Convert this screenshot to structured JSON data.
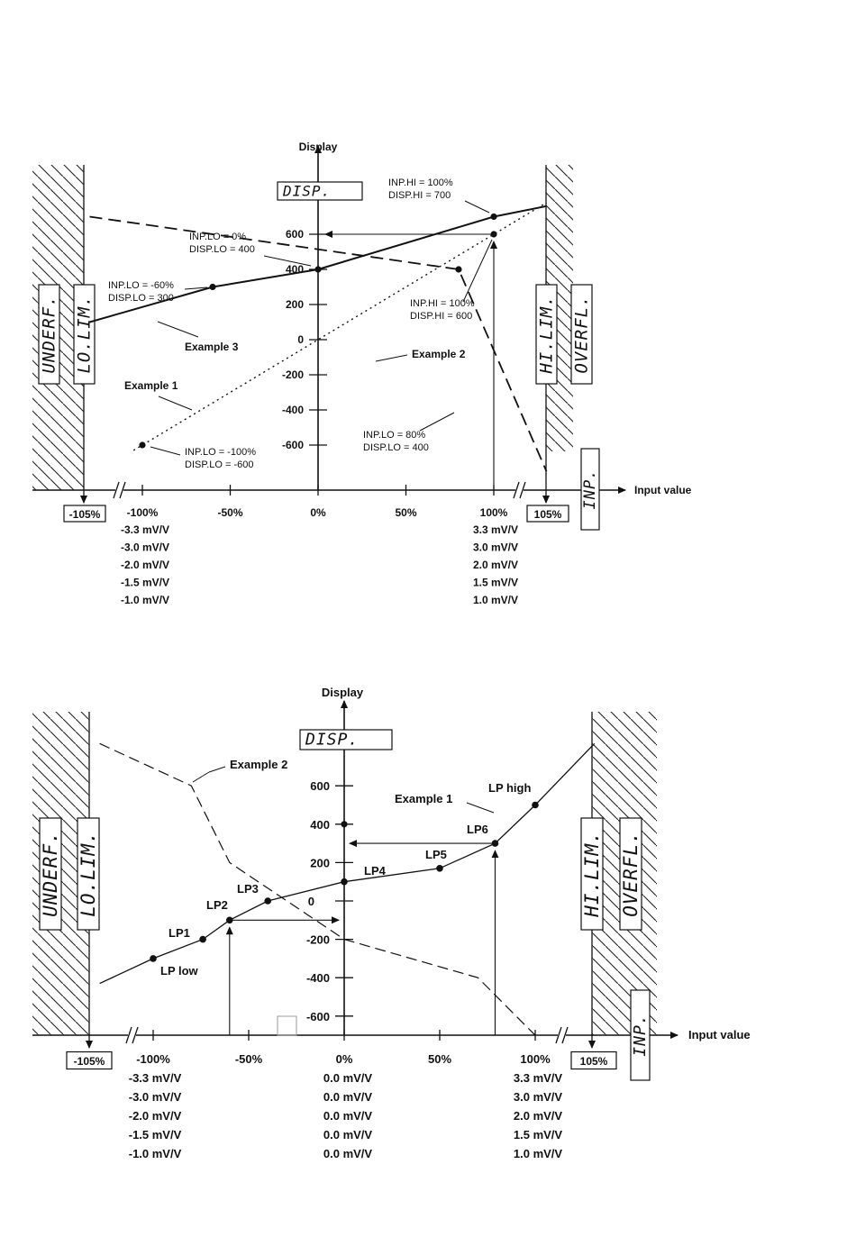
{
  "chart_data": [
    {
      "type": "line",
      "axes": {
        "y_title": "Display",
        "x_title": "Input value",
        "y_ticks": [
          "600",
          "400",
          "200",
          "0",
          "-200",
          "-400",
          "-600"
        ],
        "x_ticks": [
          "-100%",
          "-50%",
          "0%",
          "50%",
          "100%"
        ],
        "x_limit_left": "-105%",
        "x_limit_right": "105%",
        "sensor_rows_left": [
          "-3.3 mV/V",
          "-3.0 mV/V",
          "-2.0 mV/V",
          "-1.5 mV/V",
          "-1.0 mV/V"
        ],
        "sensor_rows_right": [
          "3.3 mV/V",
          "3.0 mV/V",
          "2.0 mV/V",
          "1.5 mV/V",
          "1.0 mV/V"
        ]
      },
      "lcd_labels": {
        "disp": "DISP.",
        "underf": "UNDERF.",
        "lolim": "LO.LIM.",
        "hilim": "HI.LIM.",
        "overfl": "OVERFL.",
        "inp": "INP."
      },
      "series": [
        {
          "name": "Example 1",
          "style": "dotted",
          "points": [
            [
              -105,
              -630
            ],
            [
              -100,
              -600
            ],
            [
              100,
              600
            ],
            [
              130,
              780
            ]
          ]
        },
        {
          "name": "Example 2",
          "style": "dashed",
          "points": [
            [
              -130,
              700
            ],
            [
              80,
              400
            ],
            [
              130,
              -750
            ]
          ]
        },
        {
          "name": "Example 3",
          "style": "solid",
          "points": [
            [
              -130,
              100
            ],
            [
              -60,
              300
            ],
            [
              0,
              400
            ],
            [
              100,
              700
            ],
            [
              130,
              760
            ]
          ]
        }
      ],
      "annotations": {
        "ex1_lo_1": "INP.LO = -100%",
        "ex1_lo_2": "DISP.LO = -600",
        "ex1_hi_1": "INP.HI = 100%",
        "ex1_hi_2": "DISP.HI = 600",
        "ex2_lo_1": "INP.LO = 80%",
        "ex2_lo_2": "DISP.LO = 400",
        "ex3_lo_1": "INP.LO = -60%",
        "ex3_lo_2": "DISP.LO = 300",
        "ex3_mid_1": "INP.LO = 0%",
        "ex3_mid_2": "DISP.LO = 400",
        "ex3_hi_1": "INP.HI = 100%",
        "ex3_hi_2": "DISP.HI = 700"
      }
    },
    {
      "type": "line",
      "axes": {
        "y_title": "Display",
        "x_title": "Input value",
        "y_ticks": [
          "600",
          "400",
          "200",
          "0",
          "-200",
          "-400",
          "-600"
        ],
        "x_ticks": [
          "-100%",
          "-50%",
          "0%",
          "50%",
          "100%"
        ],
        "x_limit_left": "-105%",
        "x_limit_right": "105%",
        "sensor_rows_left": [
          "-3.3 mV/V",
          "-3.0 mV/V",
          "-2.0 mV/V",
          "-1.5 mV/V",
          "-1.0 mV/V"
        ],
        "sensor_rows_mid": [
          "0.0 mV/V",
          "0.0 mV/V",
          "0.0 mV/V",
          "0.0 mV/V",
          "0.0 mV/V"
        ],
        "sensor_rows_right": [
          "3.3 mV/V",
          "3.0 mV/V",
          "2.0 mV/V",
          "1.5 mV/V",
          "1.0 mV/V"
        ]
      },
      "lcd_labels": {
        "disp": "DISP.",
        "underf": "UNDERF.",
        "lolim": "LO.LIM.",
        "hilim": "HI.LIM.",
        "overfl": "OVERFL.",
        "inp": "INP."
      },
      "series": [
        {
          "name": "Example 1",
          "style": "solid",
          "points": [
            [
              -128,
              -430
            ],
            [
              -100,
              -300
            ],
            [
              -74,
              -200
            ],
            [
              -60,
              -100
            ],
            [
              -40,
              0
            ],
            [
              0,
              100
            ],
            [
              50,
              170
            ],
            [
              79,
              300
            ],
            [
              100,
              500
            ],
            [
              131,
              820
            ]
          ],
          "labels": [
            "LP low",
            "LP1",
            "LP2",
            "LP3",
            "LP4",
            "LP5",
            "LP6",
            "LP high"
          ]
        },
        {
          "name": "Example 2",
          "style": "dashed",
          "points": [
            [
              -128,
              820
            ],
            [
              -80,
              600
            ],
            [
              -60,
              200
            ],
            [
              0,
              -200
            ],
            [
              70,
              -400
            ],
            [
              100,
              -700
            ]
          ]
        }
      ]
    }
  ]
}
